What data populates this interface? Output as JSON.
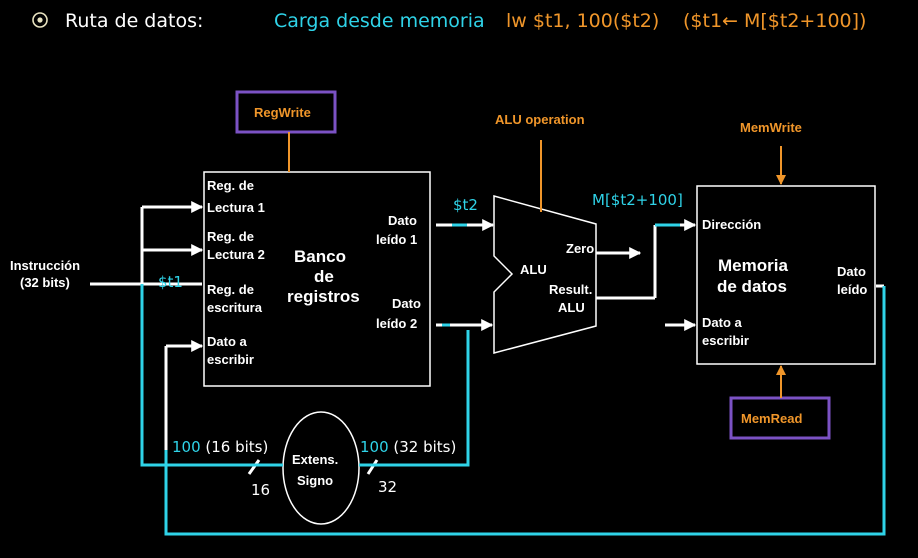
{
  "header": {
    "bullet_icon": "target-bullet-icon",
    "title": "Ruta de datos:",
    "subtitle": "Carga desde memoria",
    "instr": "lw $t1, 100($t2)",
    "rtl": "($t1← M[$t2+100])"
  },
  "colors": {
    "cyan": "#2fd3e8",
    "orange": "#f0962a",
    "purple": "#7b52c4",
    "title_white": "#ffffff",
    "subtitle_cyan": "#2fd3e8",
    "instr_orange": "#f0962a"
  },
  "control": {
    "regwrite": "RegWrite",
    "aluop": "ALU operation",
    "memwrite": "MemWrite",
    "memread": "MemRead"
  },
  "instruction": {
    "line1": "Instrucción",
    "line2": "(32 bits)"
  },
  "regfile": {
    "in1a": "Reg. de",
    "in1b": "Lectura 1",
    "in2a": "Reg. de",
    "in2b": "Lectura 2",
    "in3a": "Reg. de",
    "in3b": "escritura",
    "in4a": "Dato a",
    "in4b": "escribir",
    "name1": "Banco",
    "name2": "de",
    "name3": "registros",
    "out1a": "Dato",
    "out1b": "leído 1",
    "out2a": "Dato",
    "out2b": "leído 2"
  },
  "alu": {
    "name": "ALU",
    "zero": "Zero",
    "res1": "Result.",
    "res2": "ALU"
  },
  "memory": {
    "addr": "Dirección",
    "name1": "Memoria",
    "name2": "de datos",
    "wd1": "Dato a",
    "wd2": "escribir",
    "rd1": "Dato",
    "rd2": "leído"
  },
  "signext": {
    "name1": "Extens.",
    "name2": "Signo",
    "in_bits": "16",
    "out_bits": "32"
  },
  "annotations": {
    "t2": "$t2",
    "t1": "$t1",
    "addr": "M[$t2+100]",
    "imm16_val": "100",
    "imm16_rest": " (16 bits)",
    "imm32_val": "100",
    "imm32_rest": " (32 bits)"
  }
}
